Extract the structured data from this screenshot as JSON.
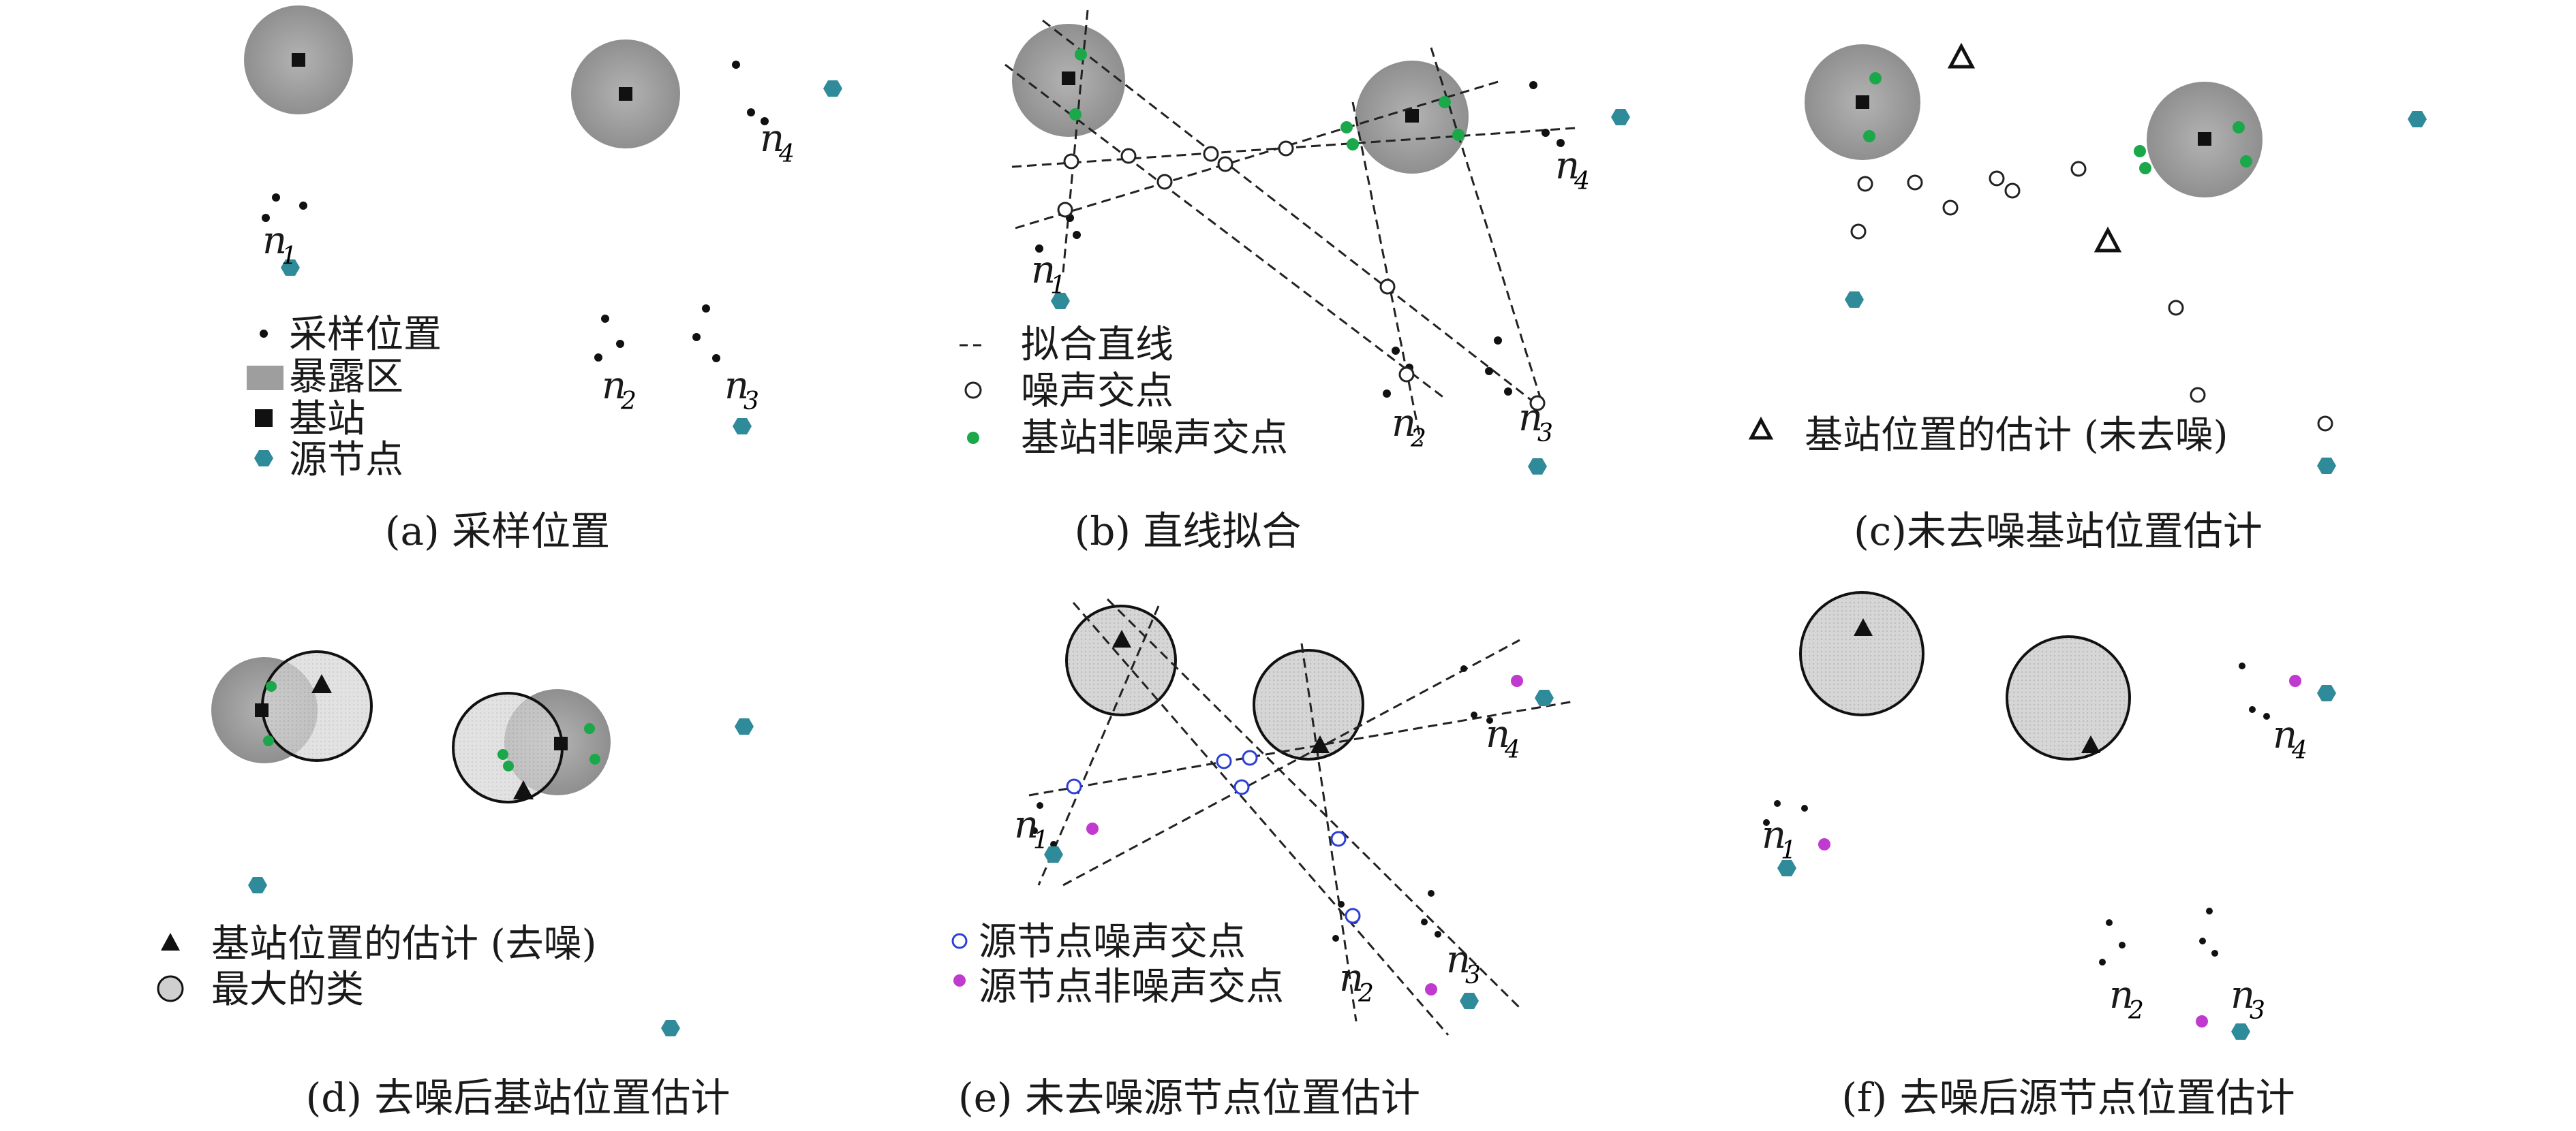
{
  "panels": {
    "a": {
      "caption": "(a) 采样位置"
    },
    "b": {
      "caption": "(b) 直线拟合"
    },
    "c": {
      "caption": "(c)未去噪基站位置估计"
    },
    "d": {
      "caption": "(d) 去噪后基站位置估计"
    },
    "e": {
      "caption": "(e) 未去噪源节点位置估计"
    },
    "f": {
      "caption": "(f) 去噪后源节点位置估计"
    }
  },
  "node_labels": {
    "n": "n",
    "s1": "1",
    "s2": "2",
    "s3": "3",
    "s4": "4"
  },
  "legend": {
    "sampling": "采样位置",
    "exposure": "暴露区",
    "base_station": "基站",
    "source_node": "源节点",
    "fitted_line": "拟合直线",
    "noise_intersection": "噪声交点",
    "bs_nonnoise": "基站非噪声交点",
    "bs_estimate_raw": "基站位置的估计 (未去噪)",
    "bs_estimate_denoised": "基站位置的估计 (去噪)",
    "largest_cluster": "最大的类",
    "src_noise": "源节点噪声交点",
    "src_nonnoise": "源节点非噪声交点"
  },
  "colors": {
    "exposure": "#9e9e9e",
    "source_node": "#2f8a99",
    "bs_nonnoise": "#1aa84a",
    "src_noise": "#2b3fd6",
    "src_nonnoise": "#c03ad0",
    "sample": "#111111",
    "cluster_fill": "#d4d4d4"
  }
}
